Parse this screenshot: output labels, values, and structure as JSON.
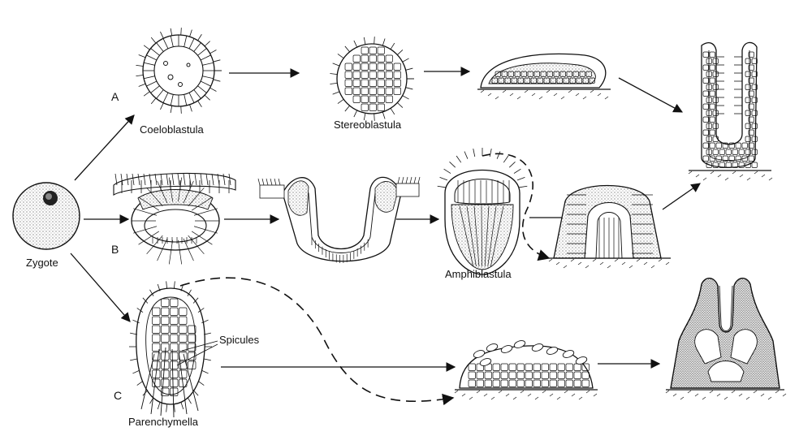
{
  "labels": {
    "zygote": "Zygote",
    "row_a": "A",
    "row_b": "B",
    "row_c": "C",
    "coeloblastula": "Coeloblastula",
    "stereoblastula": "Stereoblastula",
    "amphiblastula": "Amphiblastula",
    "spicules": "Spicules",
    "parenchymella": "Parenchymella"
  },
  "colors": {
    "ink": "#111111",
    "stipple": "#bdbdbd",
    "paper": "#ffffff"
  }
}
